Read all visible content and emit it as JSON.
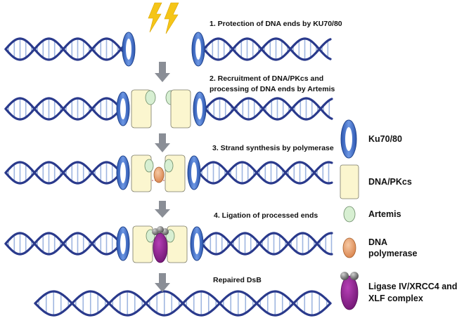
{
  "steps": [
    {
      "label_line1": "1. Protection of DNA ends by KU70/80",
      "label_line2": ""
    },
    {
      "label_line1": "2. Recruitment of DNA/PKcs and",
      "label_line2": "processing of DNA ends by Artemis"
    },
    {
      "label_line1": "3. Strand synthesis by polymerase",
      "label_line2": ""
    },
    {
      "label_line1": "4. Ligation of processed ends",
      "label_line2": ""
    }
  ],
  "final_label": "Repaired DsB",
  "legend": [
    {
      "icon": "ku70-80-ring-icon",
      "line1": "Ku70/80",
      "line2": ""
    },
    {
      "icon": "dna-pkcs-block-icon",
      "line1": "DNA/PKcs",
      "line2": ""
    },
    {
      "icon": "artemis-oval-icon",
      "line1": "Artemis",
      "line2": ""
    },
    {
      "icon": "dna-polymerase-oval-icon",
      "line1": "DNA",
      "line2": "polymerase"
    },
    {
      "icon": "ligase-complex-icon",
      "line1": "Ligase IV/XRCC4 and",
      "line2": "XLF complex"
    }
  ],
  "colors": {
    "dna_backbone": "#2a3a8c",
    "dna_rungs": "#9fb6e0",
    "ku_ring": "#3f6cc4",
    "dna_pkcs": "#fbf6cf",
    "artemis": "#d7efd2",
    "polymerase": "#e8a070",
    "ligase": "#8a1f8a",
    "arrow": "#8a8e96",
    "lightning": "#f5c518"
  }
}
